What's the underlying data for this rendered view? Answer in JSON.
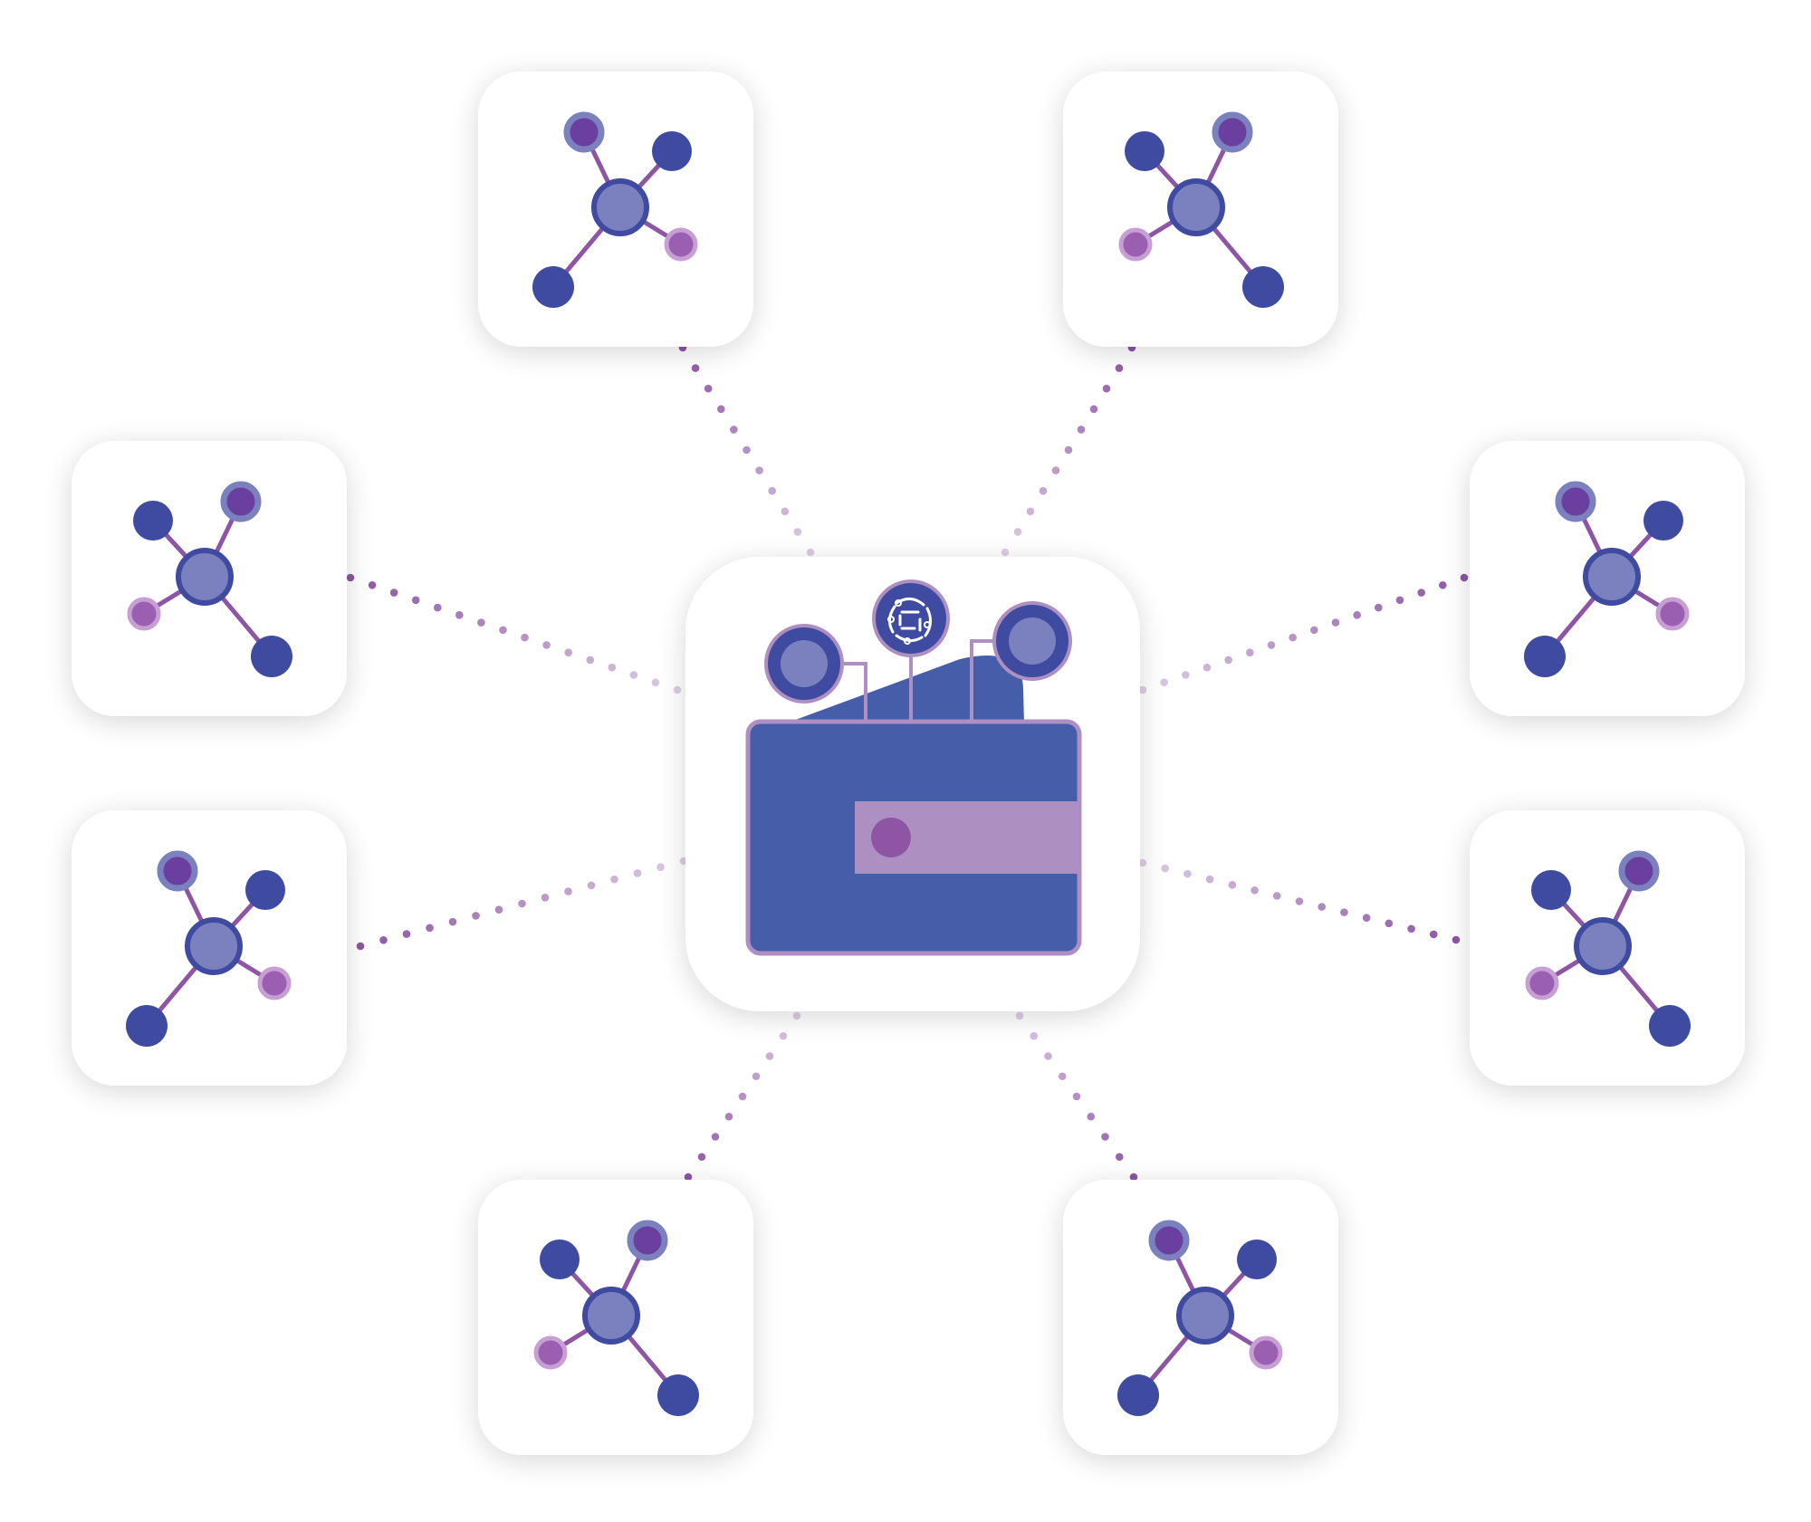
{
  "colors": {
    "background": "#ffffff",
    "tile": "#ffffff",
    "connector": "#8d55a4",
    "node_dark": "#3f4ba0",
    "node_center": "#7b80bf",
    "node_purple_fill": "#6a3fa0",
    "node_purple_ring": "#7b80bf",
    "node_violet_fill": "#9a5fb0",
    "node_violet_ring": "#c89fd4",
    "edge": "#8d55a4",
    "wallet_body": "#465da9",
    "wallet_outline": "#ad8fc2",
    "wallet_strap": "#ad8fc2",
    "wallet_button": "#8d55a4"
  },
  "hub": {
    "icon": "wallet-icon",
    "tokens": [
      {
        "icon": "coin-icon"
      },
      {
        "icon": "brand-logo-icon"
      },
      {
        "icon": "coin-icon"
      }
    ]
  },
  "nodes": [
    {
      "name": "network-tile-top-left",
      "icon": "network-icon",
      "variant": "a"
    },
    {
      "name": "network-tile-top-right",
      "icon": "network-icon",
      "variant": "b"
    },
    {
      "name": "network-tile-upper-left",
      "icon": "network-icon",
      "variant": "b"
    },
    {
      "name": "network-tile-upper-right",
      "icon": "network-icon",
      "variant": "a"
    },
    {
      "name": "network-tile-lower-left",
      "icon": "network-icon",
      "variant": "a"
    },
    {
      "name": "network-tile-lower-right",
      "icon": "network-icon",
      "variant": "b"
    },
    {
      "name": "network-tile-bottom-left",
      "icon": "network-icon",
      "variant": "b"
    },
    {
      "name": "network-tile-bottom-right",
      "icon": "network-icon",
      "variant": "a"
    }
  ]
}
